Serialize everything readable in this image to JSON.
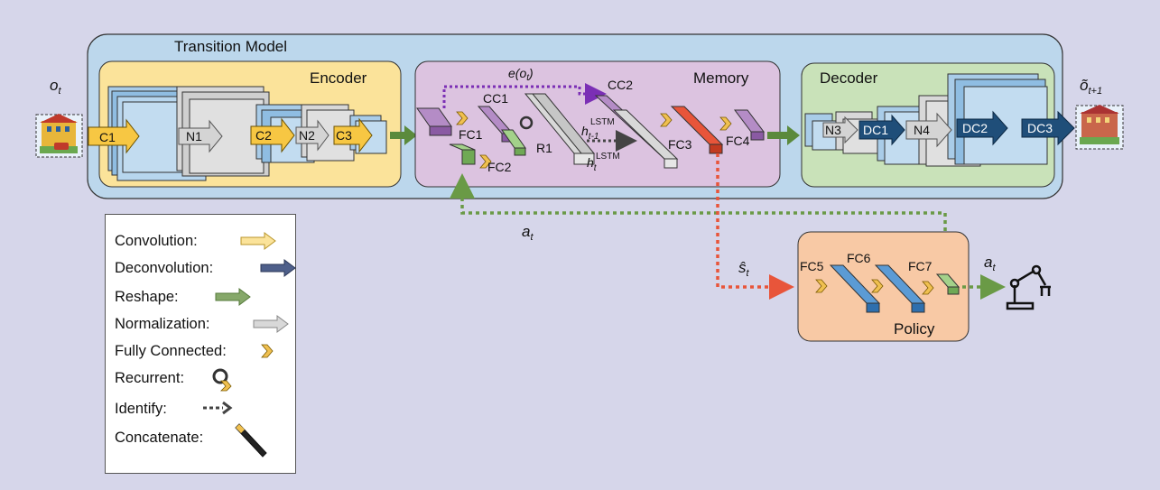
{
  "transition_model": {
    "title": "Transition Model"
  },
  "encoder": {
    "title": "Encoder",
    "layers": [
      "C1",
      "N1",
      "C2",
      "N2",
      "C3"
    ]
  },
  "memory": {
    "title": "Memory",
    "layers": [
      "CC1",
      "FC1",
      "FC2",
      "R1",
      "CC2",
      "FC3",
      "FC4"
    ],
    "embedding_label": "e(o",
    "embedding_sub": "t",
    "h_prev": "h",
    "h_prev_sub": "t-1",
    "h_cur": "h",
    "h_cur_sub": "t",
    "lstm": "LSTM"
  },
  "decoder": {
    "title": "Decoder",
    "layers": [
      "N3",
      "DC1",
      "N4",
      "DC2",
      "DC3"
    ]
  },
  "policy": {
    "title": "Policy",
    "layers": [
      "FC5",
      "FC6",
      "FC7"
    ]
  },
  "symbols": {
    "obs": "o",
    "obs_sub": "t",
    "pred_obs": "õ",
    "pred_obs_sub": "t+1",
    "action": "a",
    "action_sub": "t",
    "state": "ŝ",
    "state_sub": "t"
  },
  "legend": {
    "items": [
      {
        "label": "Convolution:",
        "icon": "convolution-arrow-icon"
      },
      {
        "label": "Deconvolution:",
        "icon": "deconvolution-arrow-icon"
      },
      {
        "label": "Reshape:",
        "icon": "reshape-arrow-icon"
      },
      {
        "label": "Normalization:",
        "icon": "normalization-arrow-icon"
      },
      {
        "label": "Fully Connected:",
        "icon": "chevron-icon"
      },
      {
        "label": "Recurrent:",
        "icon": "recurrent-icon"
      },
      {
        "label": "Identify:",
        "icon": "dotted-arrow-icon"
      },
      {
        "label": "Concatenate:",
        "icon": "pen-icon"
      }
    ]
  },
  "colors": {
    "background": "#d6d6ea",
    "transition": "#bcd7ec",
    "encoder": "#fbe39a",
    "memory": "#dcc3e0",
    "decoder": "#c9e2b9",
    "policy": "#f8c9a5",
    "conv": "#f7c743",
    "deconv": "#1f4e79",
    "reshape": "#5b8a3c",
    "identity_purple": "#7b2fb5",
    "identity_green": "#6a9a46",
    "identity_red": "#e8553a"
  }
}
